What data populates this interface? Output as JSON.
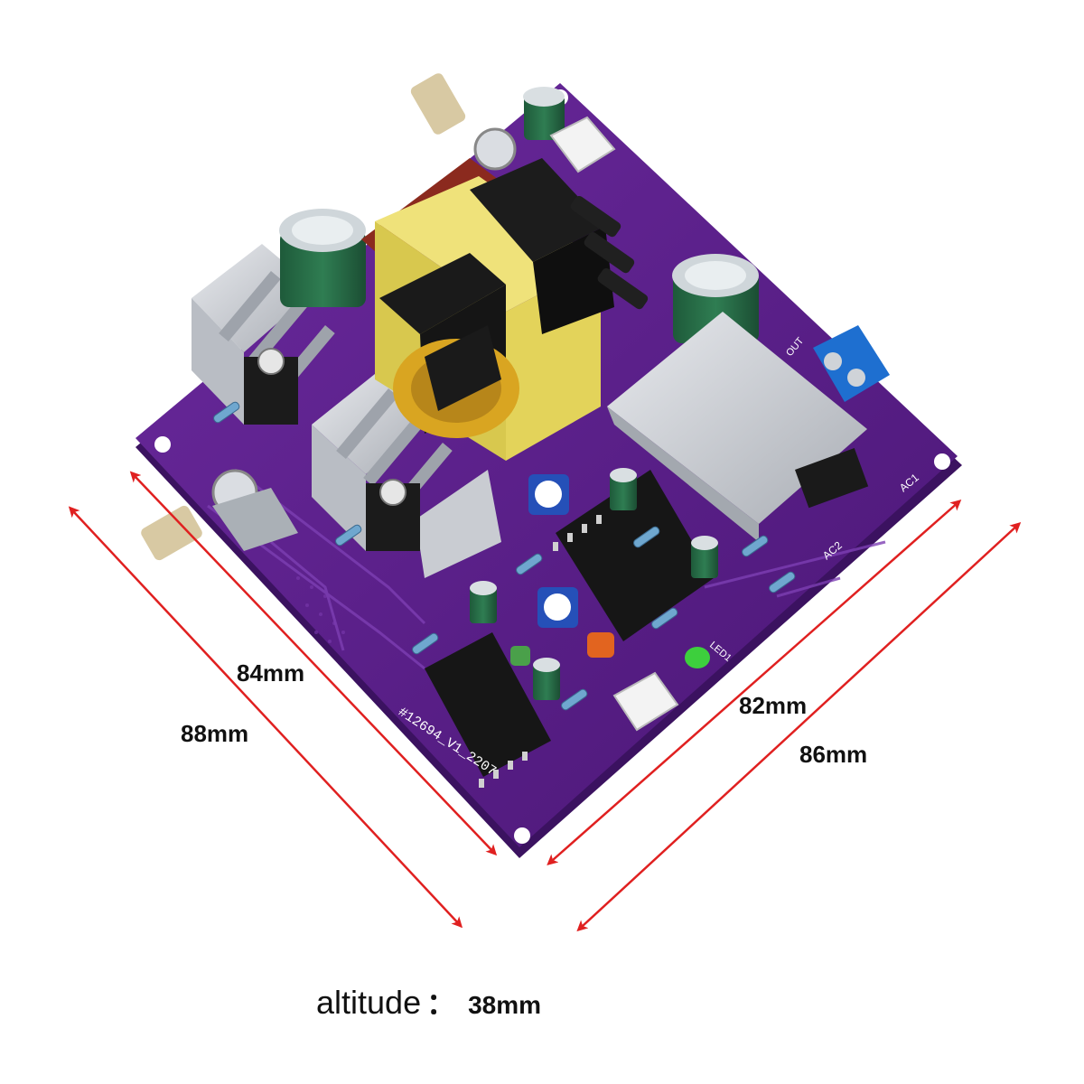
{
  "image": {
    "subject": "purple circuit board power inverter module",
    "colors": {
      "pcb": "#5a1f8a",
      "pcb_dark": "#3d1263",
      "heatsink": "#c9cdd3",
      "transformer": "#efe27a",
      "arrow": "#e02020"
    }
  },
  "dimensions": {
    "inner_left": "84mm",
    "outer_left": "88mm",
    "inner_right": "82mm",
    "outer_right": "86mm"
  },
  "altitude": {
    "label": "altitude",
    "colon": "：",
    "value": "38mm"
  },
  "board_markings": {
    "part_number": "#12694_V1_2207",
    "ac1": "AC1",
    "ac2": "AC2",
    "led": "LED1",
    "out": "OUT"
  }
}
